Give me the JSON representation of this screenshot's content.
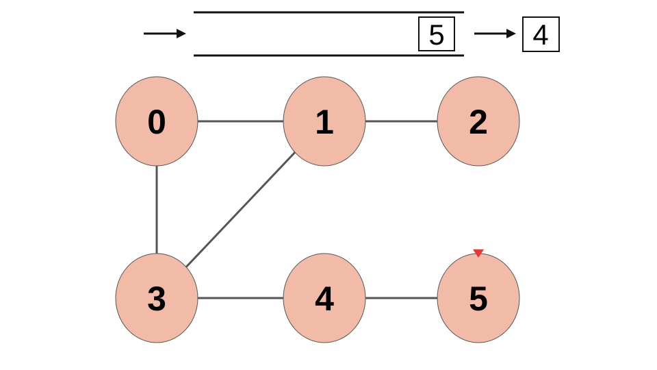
{
  "colors": {
    "node_fill": "#f1bba8",
    "node_stroke": "#555555",
    "edge": "#555555",
    "queue_line": "#111111",
    "marker": "#e53935"
  },
  "queue": {
    "items": [
      "5"
    ],
    "dequeued": "4"
  },
  "graph": {
    "nodes": [
      {
        "id": "0",
        "label": "0",
        "highlighted": false
      },
      {
        "id": "1",
        "label": "1",
        "highlighted": false
      },
      {
        "id": "2",
        "label": "2",
        "highlighted": false
      },
      {
        "id": "3",
        "label": "3",
        "highlighted": false
      },
      {
        "id": "4",
        "label": "4",
        "highlighted": false
      },
      {
        "id": "5",
        "label": "5",
        "highlighted": true
      }
    ],
    "edges": [
      [
        "0",
        "1"
      ],
      [
        "1",
        "2"
      ],
      [
        "0",
        "3"
      ],
      [
        "1",
        "3"
      ],
      [
        "3",
        "4"
      ],
      [
        "4",
        "5"
      ]
    ]
  },
  "icons": {
    "incoming_arrow": "right-arrow-icon",
    "outgoing_arrow": "right-arrow-icon",
    "current_marker": "triangle-down-icon"
  }
}
